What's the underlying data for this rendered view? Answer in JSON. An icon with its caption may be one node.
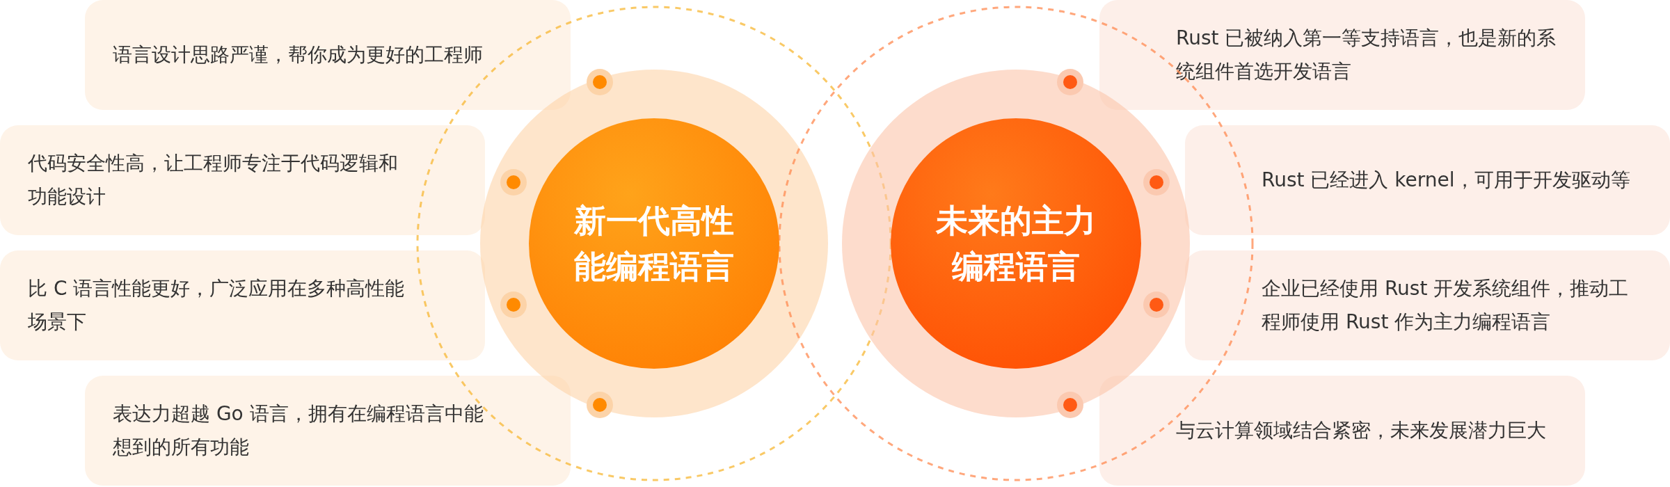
{
  "diagram": {
    "nodes": [
      {
        "text": [
          "新一代高性能编程语言"
        ]
      },
      {
        "text": [
          "未来的主力编程语言"
        ]
      },
      {
        "text": [
          "语言设计思路严谨，帮你成为更好的工程师"
        ]
      },
      {
        "text": [
          "代码安全性高，让工程师专注于代码逻辑和功能设计"
        ]
      },
      {
        "text": [
          "比 C 语言性能更好，广泛应用在多种高性能场景下"
        ]
      },
      {
        "text": [
          "表达力超越 Go 语言，拥有在编程语言中能想到的所有功能"
        ]
      },
      {
        "text": [
          "Rust 已被纳入第一等支持语言，也是新的系统组件首选开发语言"
        ]
      },
      {
        "text": [
          "Rust 已经进入 kernel，可用于开发驱动等"
        ]
      },
      {
        "text": [
          "企业已经使用 Rust 开发系统组件，推动工程师使用 Rust 作为主力编程语言"
        ]
      },
      {
        "text": [
          "与云计算领域结合紧密，未来发展潜力巨大"
        ]
      }
    ]
  }
}
